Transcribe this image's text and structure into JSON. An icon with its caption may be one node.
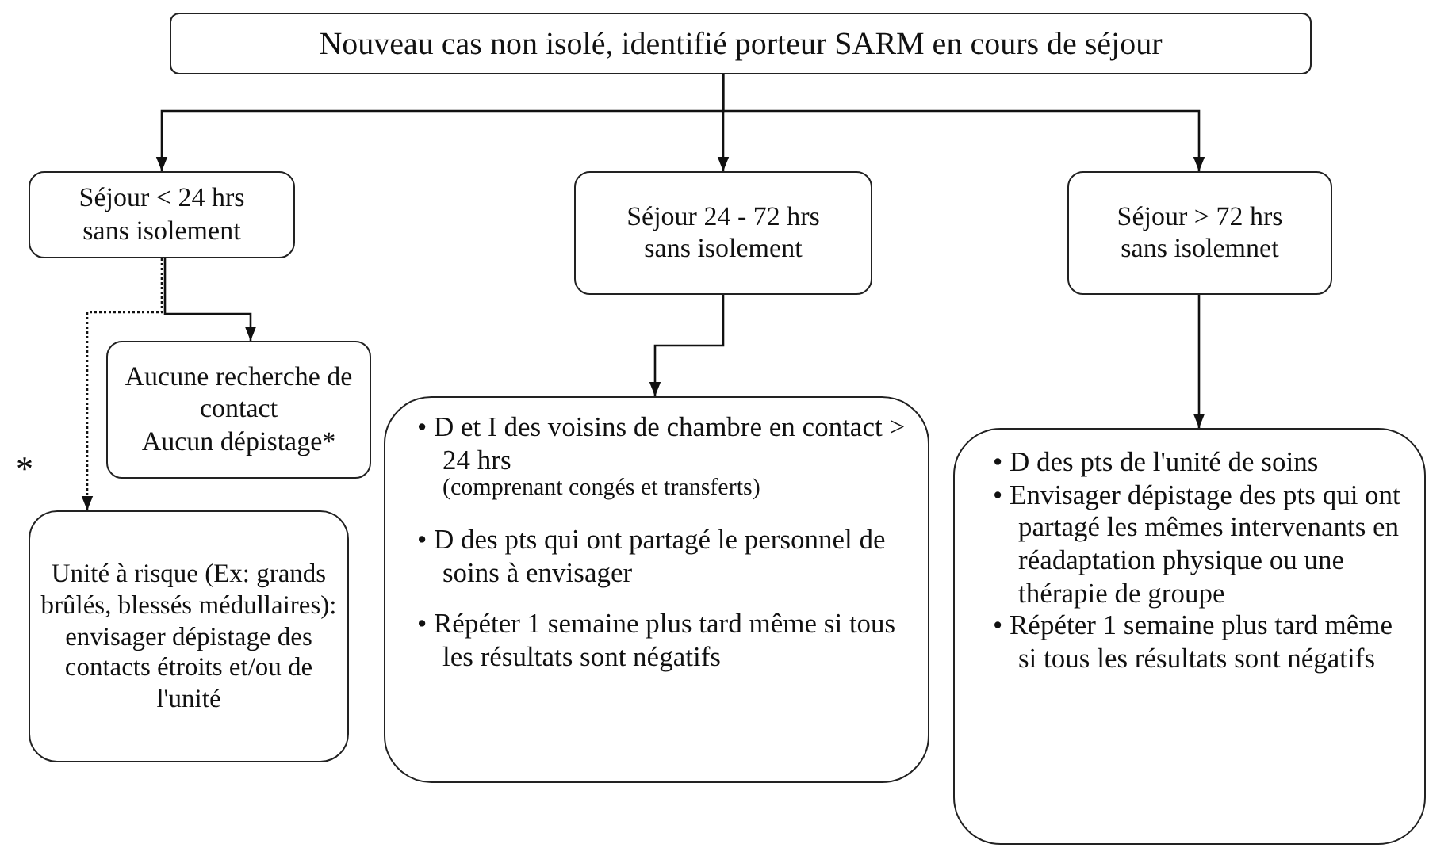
{
  "diagram": {
    "nodes": [
      {
        "text": [
          "Nouveau cas non isolé, identifié porteur SARM en cours de séjour"
        ]
      },
      {
        "text": [
          "Séjour < 24 hrs sans isolement"
        ]
      },
      {
        "text": [
          "Aucune recherche de contact",
          "Aucun dépistage*"
        ]
      },
      {
        "text": [
          "Unité à risque (Ex: grands brûlés, blessés médullaires): envisager dépistage des contacts étroits et/ou de l'unité"
        ]
      },
      {
        "text": [
          "Séjour 24 - 72 hrs sans isolement"
        ]
      },
      {
        "text": [
          "• D et I des voisins de chambre en contact > 24 hrs",
          "(comprenant congés et transferts)",
          "• D des pts qui ont partagé le personnel de soins à envisager",
          "• Répéter 1 semaine plus tard même si tous les résultats sont négatifs"
        ]
      },
      {
        "text": [
          "Séjour > 72 hrs sans isolemnet"
        ]
      },
      {
        "text": [
          "• D des pts de l'unité de soins",
          "• Envisager dépistage des pts qui ont partagé les mêmes intervenants en réadaptation physique ou une thérapie de groupe",
          "• Répéter 1 semaine plus tard même si tous les résultats sont négatifs"
        ]
      }
    ],
    "edges": [
      {
        "from": 0,
        "to": 1,
        "arrow": "to"
      },
      {
        "from": 0,
        "to": 4,
        "arrow": "to"
      },
      {
        "from": 0,
        "to": 6,
        "arrow": "to"
      },
      {
        "from": 1,
        "to": 2,
        "arrow": "to"
      },
      {
        "from": 1,
        "to": 3,
        "arrow": "to",
        "style": "dashed"
      },
      {
        "from": 4,
        "to": 5,
        "arrow": "to"
      },
      {
        "from": 6,
        "to": 7,
        "arrow": "to"
      }
    ],
    "labels": [
      "*"
    ]
  }
}
